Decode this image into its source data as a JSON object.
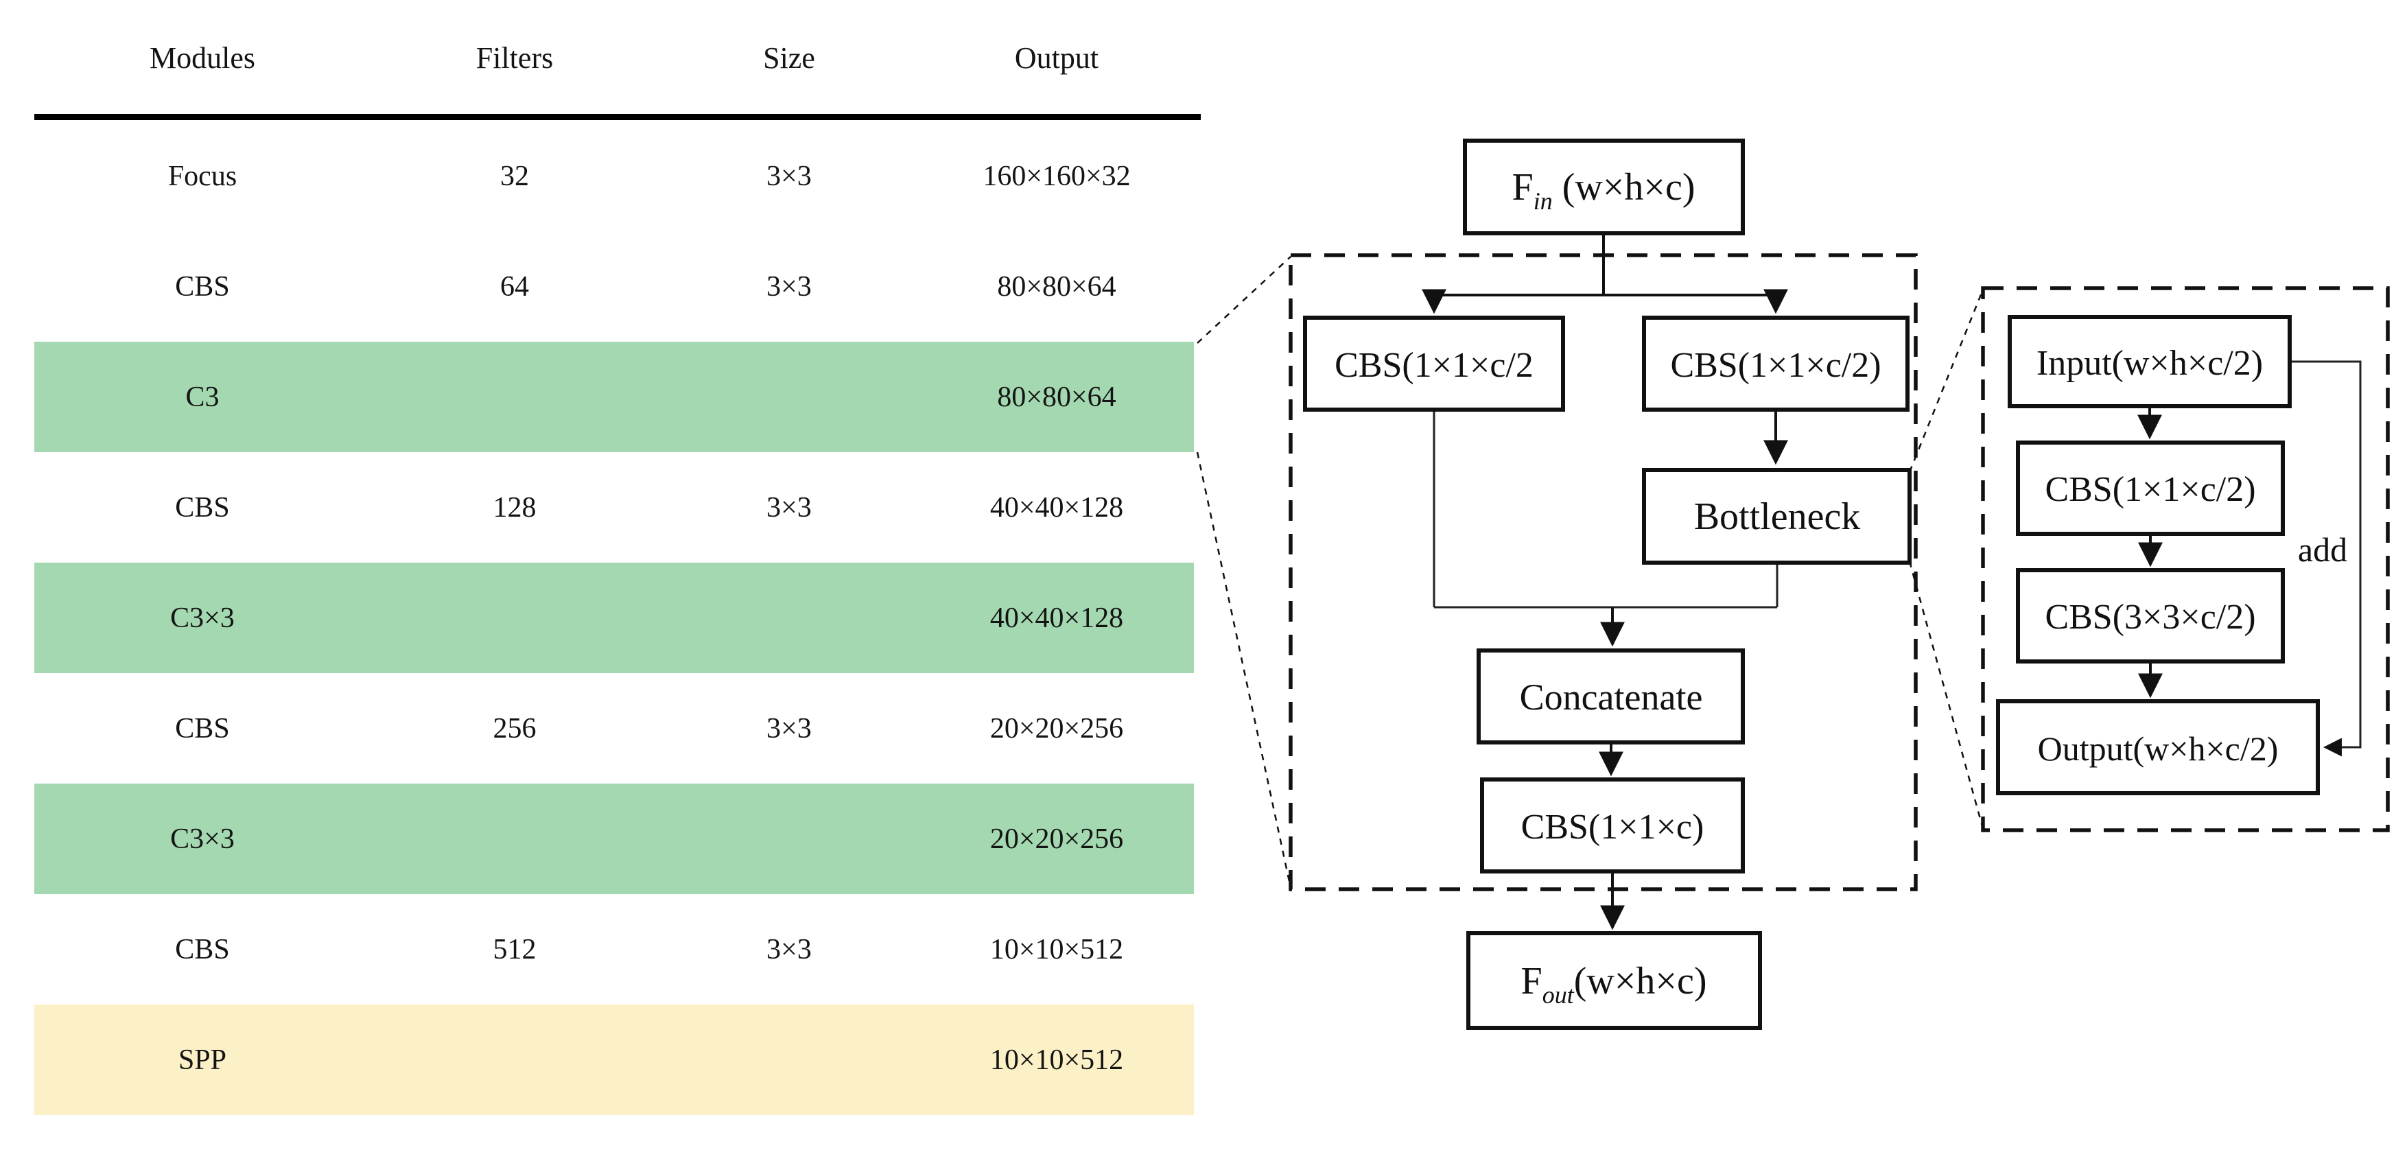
{
  "table": {
    "headers": [
      "Modules",
      "Filters",
      "Size",
      "Output"
    ],
    "rows": [
      {
        "module": "Focus",
        "filters": "32",
        "size": "3×3",
        "output": "160×160×32"
      },
      {
        "module": "CBS",
        "filters": "64",
        "size": "3×3",
        "output": "80×80×64"
      },
      {
        "module": "C3",
        "filters": "",
        "size": "",
        "output": "80×80×64"
      },
      {
        "module": "CBS",
        "filters": "128",
        "size": "3×3",
        "output": "40×40×128"
      },
      {
        "module": "C3×3",
        "filters": "",
        "size": "",
        "output": "40×40×128"
      },
      {
        "module": "CBS",
        "filters": "256",
        "size": "3×3",
        "output": "20×20×256"
      },
      {
        "module": "C3×3",
        "filters": "",
        "size": "",
        "output": "20×20×256"
      },
      {
        "module": "CBS",
        "filters": "512",
        "size": "3×3",
        "output": "10×10×512"
      },
      {
        "module": "SPP",
        "filters": "",
        "size": "",
        "output": "10×10×512"
      }
    ]
  },
  "colors": {
    "row_highlight_green": "#a3d8b0",
    "row_highlight_yellow": "#fcf0c6"
  },
  "c3_module_diagram": {
    "fin_base": "F",
    "fin_sub": "in",
    "fin_rest": " (w×h×c)",
    "cbs_left": "CBS(1×1×c/2",
    "cbs_right": "CBS(1×1×c/2)",
    "bottleneck": "Bottleneck",
    "concatenate": "Concatenate",
    "cbs_final": "CBS(1×1×c)",
    "fout_base": "F",
    "fout_sub": "out",
    "fout_rest": "(w×h×c)"
  },
  "bottleneck_diagram": {
    "input": "Input(w×h×c/2)",
    "cbs_1x1": "CBS(1×1×c/2)",
    "cbs_3x3": "CBS(3×3×c/2)",
    "output": "Output(w×h×c/2)",
    "add_label": "add"
  }
}
